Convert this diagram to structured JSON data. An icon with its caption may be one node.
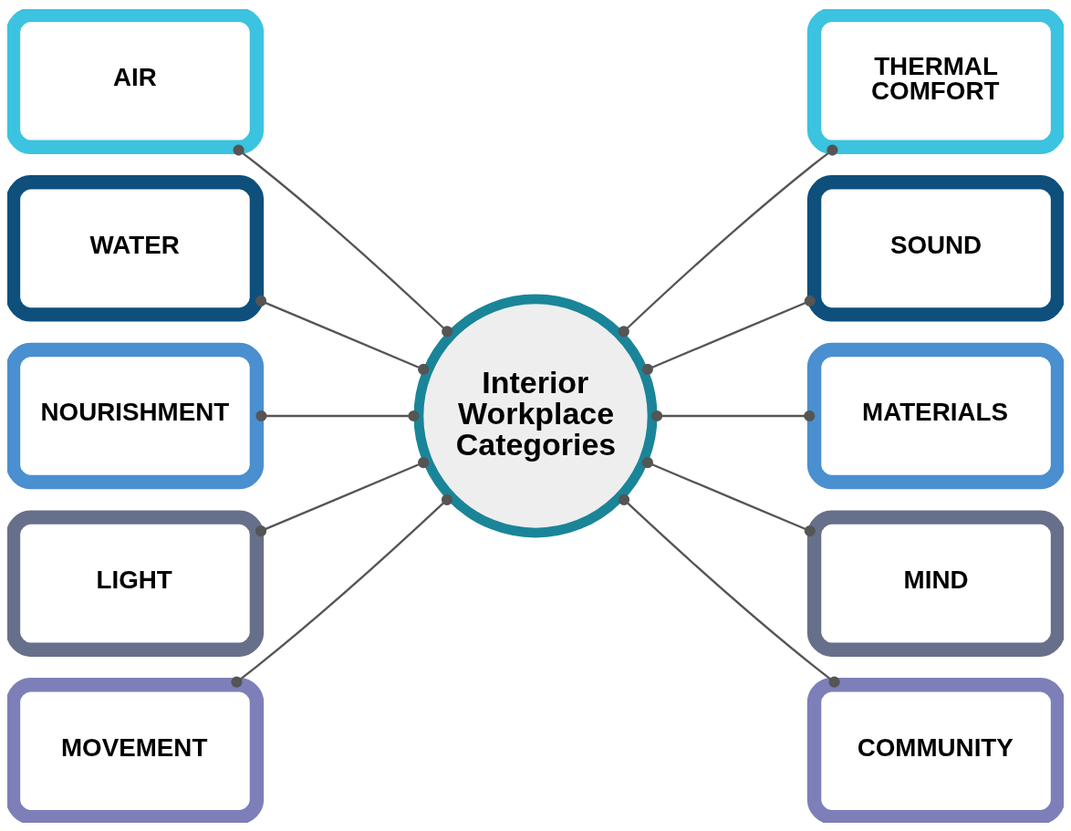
{
  "diagram": {
    "nodes": [
      {
        "text": [
          "Interior Workplace Categories"
        ]
      },
      {
        "text": [
          "AIR"
        ]
      },
      {
        "text": [
          "WATER"
        ]
      },
      {
        "text": [
          "NOURISHMENT"
        ]
      },
      {
        "text": [
          "LIGHT"
        ]
      },
      {
        "text": [
          "MOVEMENT"
        ]
      },
      {
        "text": [
          "THERMAL COMFORT"
        ]
      },
      {
        "text": [
          "SOUND"
        ]
      },
      {
        "text": [
          "MATERIALS"
        ]
      },
      {
        "text": [
          "MIND"
        ]
      },
      {
        "text": [
          "COMMUNITY"
        ]
      }
    ],
    "edges": [
      {
        "from": 1,
        "to": 0,
        "arrow": "other"
      },
      {
        "from": 2,
        "to": 0,
        "arrow": "other"
      },
      {
        "from": 3,
        "to": 0,
        "arrow": "other"
      },
      {
        "from": 4,
        "to": 0,
        "arrow": "other"
      },
      {
        "from": 5,
        "to": 0,
        "arrow": "other"
      },
      {
        "from": 0,
        "to": 6,
        "arrow": "other"
      },
      {
        "from": 0,
        "to": 7,
        "arrow": "other"
      },
      {
        "from": 0,
        "to": 8,
        "arrow": "other"
      },
      {
        "from": 0,
        "to": 9,
        "arrow": "other"
      },
      {
        "from": 0,
        "to": 10,
        "arrow": "other"
      }
    ]
  }
}
